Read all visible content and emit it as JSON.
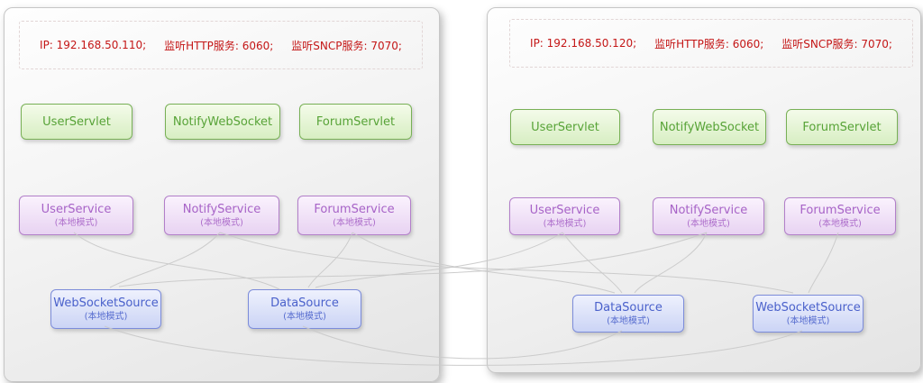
{
  "panels": [
    {
      "info": {
        "ip": "IP: 192.168.50.110;",
        "http": "监听HTTP服务: 6060;",
        "sncp": "监听SNCP服务: 7070;"
      },
      "servlets": [
        "UserServlet",
        "NotifyWebSocket",
        "ForumServlet"
      ],
      "services": [
        {
          "label": "UserService",
          "mode": "(本地模式)"
        },
        {
          "label": "NotifyService",
          "mode": "(本地模式)"
        },
        {
          "label": "ForumService",
          "mode": "(本地模式)"
        }
      ],
      "sources": [
        {
          "label": "WebSocketSource",
          "mode": "(本地模式)"
        },
        {
          "label": "DataSource",
          "mode": "(本地模式)"
        }
      ]
    },
    {
      "info": {
        "ip": "IP: 192.168.50.120;",
        "http": "监听HTTP服务: 6060;",
        "sncp": "监听SNCP服务: 7070;"
      },
      "servlets": [
        "UserServlet",
        "NotifyWebSocket",
        "ForumServlet"
      ],
      "services": [
        {
          "label": "UserService",
          "mode": "(本地模式)"
        },
        {
          "label": "NotifyService",
          "mode": "(本地模式)"
        },
        {
          "label": "ForumService",
          "mode": "(本地模式)"
        }
      ],
      "sources": [
        {
          "label": "DataSource",
          "mode": "(本地模式)"
        },
        {
          "label": "WebSocketSource",
          "mode": "(本地模式)"
        }
      ]
    }
  ],
  "colors": {
    "servlet_green": "#57a337",
    "service_purple": "#a763c7",
    "source_blue": "#4a61cb",
    "info_red": "#c41616",
    "connector_gray": "#c9c9c9",
    "panel_border": "#c6c6c6"
  },
  "edges": [
    {
      "from": "panel1.UserService",
      "to": "panel1.DataSource"
    },
    {
      "from": "panel1.NotifyService",
      "to": "panel1.WebSocketSource"
    },
    {
      "from": "panel1.ForumService",
      "to": "panel1.DataSource"
    },
    {
      "from": "panel1.ForumService",
      "to": "panel2.DataSource"
    },
    {
      "from": "panel2.UserService",
      "to": "panel1.DataSource"
    },
    {
      "from": "panel1.NotifyService",
      "to": "panel2.WebSocketSource"
    },
    {
      "from": "panel2.NotifyService",
      "to": "panel1.WebSocketSource"
    },
    {
      "from": "panel2.UserService",
      "to": "panel2.DataSource"
    },
    {
      "from": "panel2.NotifyService",
      "to": "panel2.DataSource"
    },
    {
      "from": "panel2.ForumService",
      "to": "panel2.WebSocketSource"
    },
    {
      "from": "panel1.WebSocketSource",
      "to": "panel2.WebSocketSource"
    },
    {
      "from": "panel1.DataSource",
      "to": "panel2.DataSource"
    }
  ]
}
